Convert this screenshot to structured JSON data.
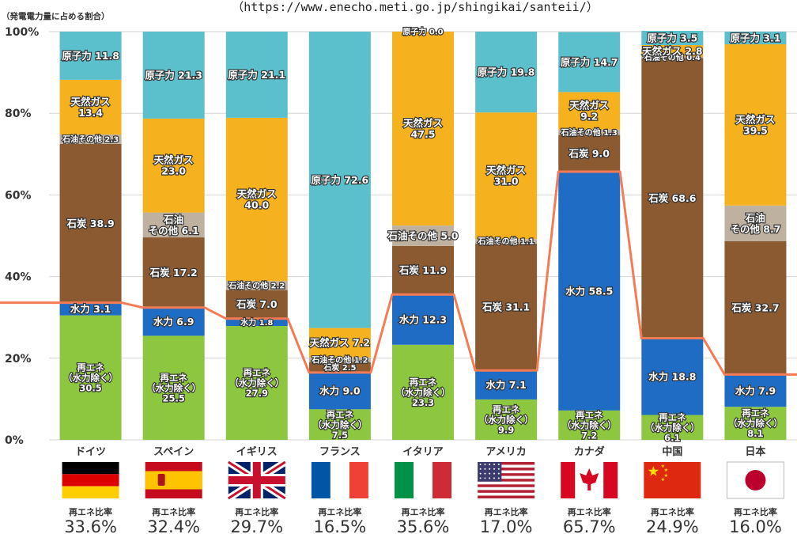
{
  "source_note": "（https://www.enecho.meti.go.jp/shingikai/santeii/）",
  "chart_data": {
    "type": "bar",
    "stacked": true,
    "ylabel": "（発電電力量に占める割合）",
    "ylim": [
      0,
      100
    ],
    "yticks": [
      "0%",
      "20%",
      "40%",
      "60%",
      "80%",
      "100%"
    ],
    "grid": true,
    "categories": [
      "ドイツ",
      "スペイン",
      "イギリス",
      "フランス",
      "イタリア",
      "アメリカ",
      "カナダ",
      "中国",
      "日本"
    ],
    "highlight_category": "日本",
    "highlight_color": "#e60012",
    "colors": {
      "renew": "#8dc63f",
      "hydro": "#1e6cc4",
      "coal": "#8b5a30",
      "oil": "#bfb1a0",
      "gas": "#f5b21e",
      "nuclear": "#5bbfcc",
      "renew_line": "#f47b56"
    },
    "series": [
      {
        "key": "renew",
        "label": "再エネ\n（水力除く）",
        "values": [
          30.5,
          25.5,
          27.9,
          7.5,
          23.3,
          9.9,
          7.2,
          6.1,
          8.1
        ]
      },
      {
        "key": "hydro",
        "label": "水力",
        "values": [
          3.1,
          6.9,
          1.8,
          9.0,
          12.3,
          7.1,
          58.5,
          18.8,
          7.9
        ]
      },
      {
        "key": "coal",
        "label": "石炭",
        "values": [
          38.9,
          17.2,
          7.0,
          2.5,
          11.9,
          31.1,
          9.0,
          68.6,
          32.7
        ]
      },
      {
        "key": "oil",
        "label": "石油その他",
        "values": [
          2.3,
          6.1,
          2.2,
          1.2,
          5.0,
          1.1,
          1.3,
          0.4,
          8.7
        ]
      },
      {
        "key": "gas",
        "label": "天然ガス",
        "values": [
          13.4,
          23.0,
          40.0,
          7.2,
          47.5,
          31.0,
          9.2,
          2.8,
          39.5
        ]
      },
      {
        "key": "nuclear",
        "label": "原子力",
        "values": [
          11.8,
          21.3,
          21.1,
          72.6,
          0.0,
          19.8,
          14.7,
          3.5,
          3.1
        ]
      }
    ],
    "segment_labels": [
      [
        [
          "再エネ",
          "（水力除く）",
          "30.5"
        ],
        [
          "水力 3.1"
        ],
        [
          "石炭 38.9"
        ],
        [
          "石油その他 2.3"
        ],
        [
          "天然ガス",
          "13.4"
        ],
        [
          "原子力 11.8"
        ]
      ],
      [
        [
          "再エネ",
          "（水力除く）",
          "25.5"
        ],
        [
          "水力 6.9"
        ],
        [
          "石炭 17.2"
        ],
        [
          "石油",
          "その他 6.1"
        ],
        [
          "天然ガス",
          "23.0"
        ],
        [
          "原子力 21.3"
        ]
      ],
      [
        [
          "再エネ",
          "（水力除く）",
          "27.9"
        ],
        [
          "水力 1.8"
        ],
        [
          "石炭 7.0"
        ],
        [
          "石油その他 2.2"
        ],
        [
          "天然ガス",
          "40.0"
        ],
        [
          "原子力 21.1"
        ]
      ],
      [
        [
          "再エネ",
          "（水力除く）",
          "7.5"
        ],
        [
          "水力 9.0"
        ],
        [
          "石炭 2.5"
        ],
        [
          "石油その他 1.2"
        ],
        [
          "天然ガス 7.2"
        ],
        [
          "原子力 72.6"
        ]
      ],
      [
        [
          "再エネ",
          "（水力除く）",
          "23.3"
        ],
        [
          "水力 12.3"
        ],
        [
          "石炭 11.9"
        ],
        [
          "石油その他 5.0"
        ],
        [
          "天然ガス",
          "47.5"
        ],
        [
          "原子力 0.0"
        ]
      ],
      [
        [
          "再エネ",
          "（水力除く）",
          "9.9"
        ],
        [
          "水力 7.1"
        ],
        [
          "石炭 31.1"
        ],
        [
          "石油その他 1.1"
        ],
        [
          "天然ガス",
          "31.0"
        ],
        [
          "原子力 19.8"
        ]
      ],
      [
        [
          "再エネ",
          "（水力除く）",
          "7.2"
        ],
        [
          "水力 58.5"
        ],
        [
          "石炭 9.0"
        ],
        [
          "石油その他 1.3"
        ],
        [
          "天然ガス",
          "9.2"
        ],
        [
          "原子力 14.7"
        ]
      ],
      [
        [
          "再エネ",
          "（水力除く）",
          "6.1"
        ],
        [
          "水力 18.8"
        ],
        [
          "石炭 68.6"
        ],
        [
          "石油その他 0.4"
        ],
        [
          "天然ガス 2.8"
        ],
        [
          "原子力 3.5"
        ]
      ],
      [
        [
          "再エネ",
          "（水力除く）",
          "8.1"
        ],
        [
          "水力 7.9"
        ],
        [
          "石炭 32.7"
        ],
        [
          "石油",
          "その他 8.7"
        ],
        [
          "天然ガス",
          "39.5"
        ],
        [
          "原子力 3.1"
        ]
      ]
    ],
    "renewable_share": {
      "caption": "再エネ比率",
      "values": [
        "33.6%",
        "32.4%",
        "29.7%",
        "16.5%",
        "35.6%",
        "17.0%",
        "65.7%",
        "24.9%",
        "16.0%"
      ],
      "numeric": [
        33.6,
        32.4,
        29.7,
        16.5,
        35.6,
        17.0,
        65.7,
        24.9,
        16.0
      ]
    }
  },
  "flags": [
    "germany-flag",
    "spain-flag",
    "uk-flag",
    "france-flag",
    "italy-flag",
    "usa-flag",
    "canada-flag",
    "china-flag",
    "japan-flag"
  ]
}
